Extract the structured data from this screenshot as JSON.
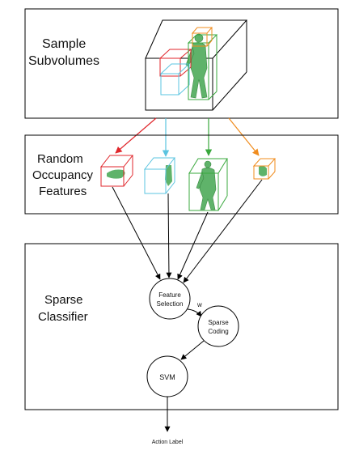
{
  "panels": {
    "sample": {
      "line1": "Sample",
      "line2": "Subvolumes"
    },
    "features": {
      "line1": "Random",
      "line2": "Occupancy",
      "line3": "Features"
    },
    "classifier": {
      "line1": "Sparse",
      "line2": "Classifier"
    }
  },
  "nodes": {
    "feature_selection": {
      "line1": "Feature",
      "line2": "Selection"
    },
    "sparse_coding": {
      "line1": "Sparse",
      "line2": "Coding"
    },
    "svm": {
      "label": "SVM"
    }
  },
  "edge_labels": {
    "w": "w"
  },
  "output": {
    "label": "Action Label"
  },
  "colors": {
    "red": "#e0262b",
    "cyan": "#5bc4e0",
    "green": "#39a83d",
    "orange": "#f08c1e",
    "figure_fill": "#5fb36a",
    "black": "#000000"
  }
}
